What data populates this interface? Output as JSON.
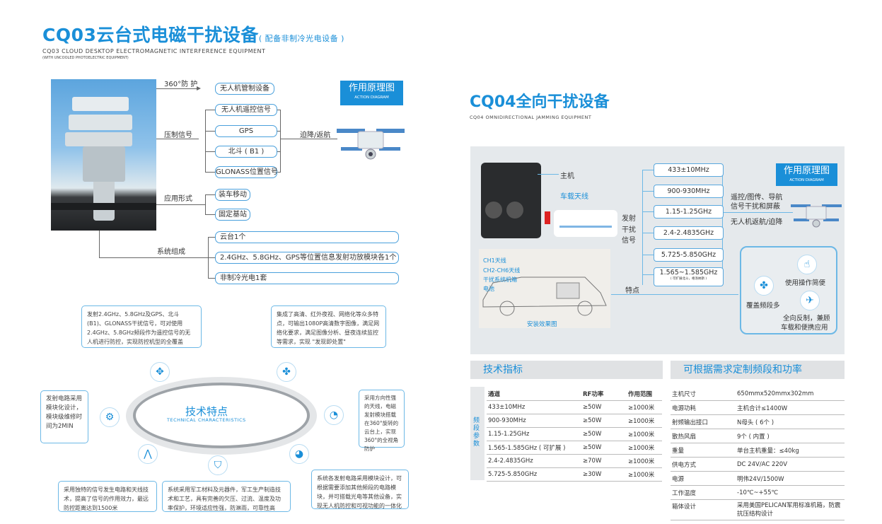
{
  "cq03": {
    "title": "CQ03云台式电磁干扰设备",
    "title_note": "( 配备非制冷光电设备 )",
    "subtitle_en": "CQ03 CLOUD DESKTOP ELECTROMAGNETIC INTERFERENCE EQUIPMENT",
    "subtitle_en2": "(WITH UNCOOLED PHOTOELECTRIC EQUIPMENT)",
    "diagram": {
      "badge_title": "作用原理图",
      "badge_en": "ACTION DIAGRAM",
      "protect_label": "360°防 护",
      "protect_box": "无人机管制设备",
      "suppress_label": "压制信号",
      "suppress_boxes": [
        "无人机遥控信号",
        "GPS",
        "北斗 ( B1 )",
        "GLONASS位置信号"
      ],
      "result_label": "迫降/返航",
      "application_label": "应用形式",
      "application_boxes": [
        "装车移动",
        "固定基站"
      ],
      "system_label": "系统组成",
      "system_boxes": [
        "云台1个",
        "2.4GHz、5.8GHz、GPS等位置信息发射功放模块各1个",
        "非制冷光电1套"
      ]
    },
    "tech": {
      "title": "技术特点",
      "title_en": "TECHNICAL CHARACTERISTICS",
      "cards": [
        "发射2.4GHz、5.8GHz及GPS、北斗(B1)、GLONASS干扰信号，可对使用2.4GHz、5.8GHz频段作为遥控信号的无人机进行防控，实现防控机型的全覆盖",
        "集成了高清、红外夜视、网络化等众多特点，可输出1080P高清数字图像，满足网络化要求，满足图像分析、昼夜连续监控等需求，实现 \"发现即处置\"",
        "发射电路采用模块化设计，模块级维修时间为2MIN",
        "采用方向性强的天线，电磁发射模块搭载在360°旋转的云台上，实现360°的全视角防护",
        "采用独特的信号发生电路和天线技术，提高了信号的作用效力，最远防控距离达到1500米",
        "系统采用军工材料及元器件，军工生产制造技术和工艺，具有完善的欠压、过流、温度及功率保护，环境适应性强，防淋雨，可靠性高",
        "系统各发射电路采用模块设计，可根据需要添加其他频段的电路模块，并可搭载光电等其他设备，实现无人机防控和可视功能的一体化"
      ]
    }
  },
  "cq04": {
    "title": "CQ04全向干扰设备",
    "subtitle_en": "CQ04 OMNIDIRECTIONAL JAMMING EQUIPMENT",
    "diagram": {
      "badge_title": "作用原理图",
      "badge_en": "ACTION DIAGRAM",
      "host_label": "主机",
      "antenna_label": "车载天线",
      "emit_label_1": "发射",
      "emit_label_2": "干扰",
      "emit_label_3": "信号",
      "freqs": [
        "433±10MHz",
        "900-930MHz",
        "1.15-1.25GHz",
        "2.4-2.4835GHz",
        "5.725-5.850GHz",
        "1.565~1.585GHz"
      ],
      "freq_note": "( 可扩展北斗，格洛纳斯 )",
      "effect_1_lines": [
        "遥控/图传、导航",
        "信号干扰和屏蔽"
      ],
      "effect_2": "无人机返航/迫降",
      "car_labels": [
        "CH1天线",
        "CH2-CH6天线",
        "干扰系统机箱",
        "电池"
      ],
      "car_caption": "安装效果图",
      "features_label": "特点",
      "features": [
        "使用操作简便",
        "覆盖频段多",
        "全向反制，兼顾",
        "车载和便携应用"
      ]
    },
    "spec_title": "技术指标",
    "spec_side": "频段参数",
    "spec_headers": [
      "通道",
      "RF功率",
      "作用范围"
    ],
    "spec_rows": [
      [
        "433±10MHz",
        "≥50W",
        "≥1000米"
      ],
      [
        "900-930MHz",
        "≥50W",
        "≥1000米"
      ],
      [
        "1.15-1.25GHz",
        "≥50W",
        "≥1000米"
      ],
      [
        "1.565-1.585GHz ( 可扩展 )",
        "≥50W",
        "≥1000米"
      ],
      [
        "2.4-2.4835GHz",
        "≥70W",
        "≥1000米"
      ],
      [
        "5.725-5.850GHz",
        "≥30W",
        "≥1000米"
      ]
    ],
    "custom_title": "可根据需求定制频段和功率",
    "custom_rows": [
      [
        "主机尺寸",
        "650mmx520mmx302mm"
      ],
      [
        "电源功耗",
        "主机合计≤1400W"
      ],
      [
        "射频输出接口",
        "N母头 ( 6个 )"
      ],
      [
        "散热风扇",
        "9个 ( 内置 )"
      ],
      [
        "重量",
        "单台主机重量：≤40kg"
      ],
      [
        "供电方式",
        "DC 24V/AC 220V"
      ],
      [
        "电源",
        "明伟24V/1500W"
      ],
      [
        "工作温度",
        "-10℃~+55℃"
      ],
      [
        "箱体设计",
        "采用美国PELICAN军用标准机箱，防震抗压结构设计"
      ]
    ]
  }
}
